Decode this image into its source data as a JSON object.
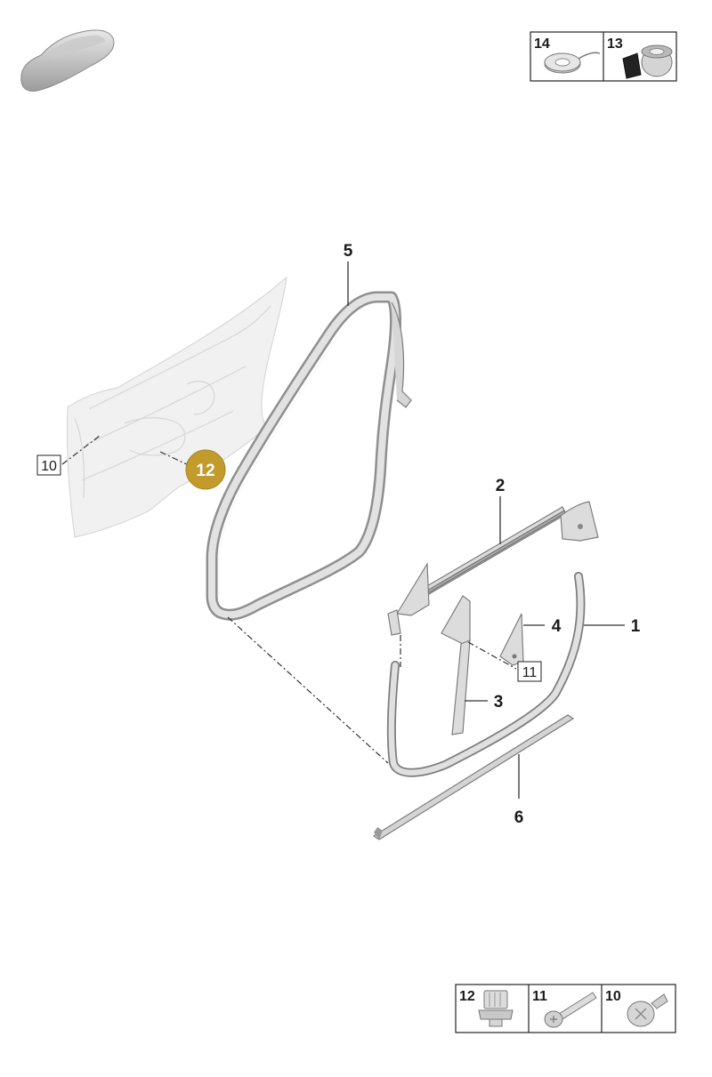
{
  "diagram": {
    "callouts": [
      {
        "id": "c1",
        "label": "1"
      },
      {
        "id": "c2",
        "label": "2"
      },
      {
        "id": "c3",
        "label": "3"
      },
      {
        "id": "c4",
        "label": "4"
      },
      {
        "id": "c5",
        "label": "5"
      },
      {
        "id": "c6",
        "label": "6"
      }
    ],
    "boxed_callouts": [
      {
        "id": "b10",
        "label": "10"
      },
      {
        "id": "b11",
        "label": "11"
      }
    ],
    "highlighted_callout": {
      "label": "12",
      "color": "#C39A2C"
    },
    "legend_top": [
      {
        "label": "14",
        "icon": "adhesive-tape-roll-icon"
      },
      {
        "label": "13",
        "icon": "foam-pad-roll-icon"
      }
    ],
    "legend_bottom": [
      {
        "label": "12",
        "icon": "clip-fastener-icon"
      },
      {
        "label": "11",
        "icon": "screw-icon"
      },
      {
        "label": "10",
        "icon": "expanding-rivet-icon"
      }
    ],
    "vehicle_icon": "car-silhouette-icon"
  }
}
